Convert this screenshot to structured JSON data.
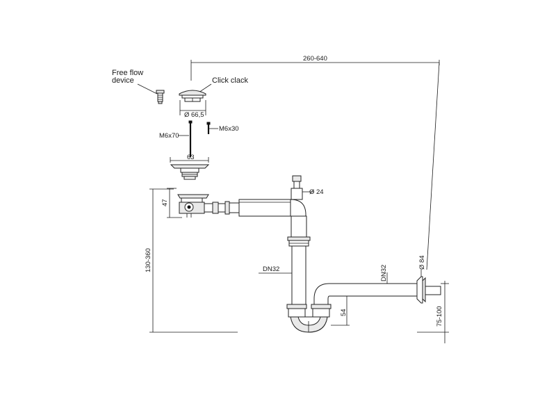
{
  "labels": {
    "free_flow_line1": "Free flow",
    "free_flow_line2": "device",
    "click_clack": "Click clack",
    "dia_66": "Ø 66,5",
    "m6x70": "M6x70",
    "m6x30": "M6x30",
    "dim_63": "63",
    "dim_47": "47",
    "dia_24": "Ø 24",
    "dim_260_640": "260-640",
    "dim_130_360": "130-360",
    "dn32_left": "DN32",
    "dn32_right": "DN32",
    "dia_84": "Ø 84",
    "dim_54": "54",
    "dim_75_100": "75-100"
  },
  "colors": {
    "line": "#1a1a1a",
    "part_fill": "#e9e9e9",
    "background": "#ffffff"
  }
}
